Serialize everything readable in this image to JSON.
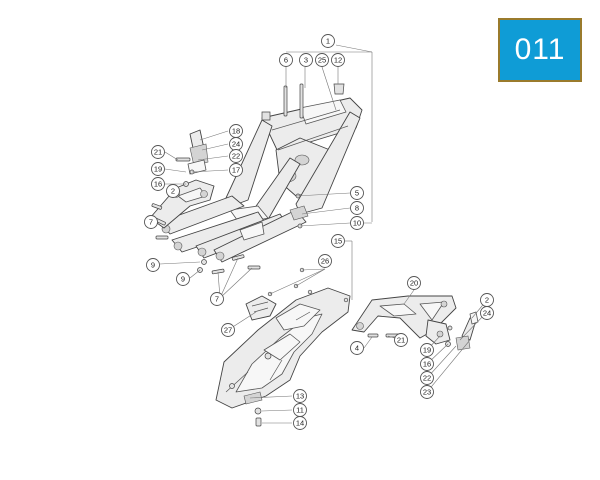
{
  "page_number": "011",
  "colors": {
    "badge_bg": "#0f9cd6",
    "badge_border": "#9a7b2c",
    "badge_text": "#ffffff"
  },
  "callouts": {
    "c1": "1",
    "c6": "6",
    "c3": "3",
    "c25": "25",
    "c12": "12",
    "c18": "18",
    "c24a": "24",
    "c21a": "21",
    "c22a": "22",
    "c19a": "19",
    "c17": "17",
    "c16a": "16",
    "c2a": "2",
    "c7a": "7",
    "c9a": "9",
    "c9b": "9",
    "c7b": "7",
    "c5": "5",
    "c8": "8",
    "c10": "10",
    "c15": "15",
    "c26": "26",
    "c27": "27",
    "c20": "20",
    "c2b": "2",
    "c24b": "24",
    "c21b": "21",
    "c19b": "19",
    "c16b": "16",
    "c22b": "22",
    "c23": "23",
    "c4": "4",
    "c13": "13",
    "c11": "11",
    "c14": "14"
  }
}
